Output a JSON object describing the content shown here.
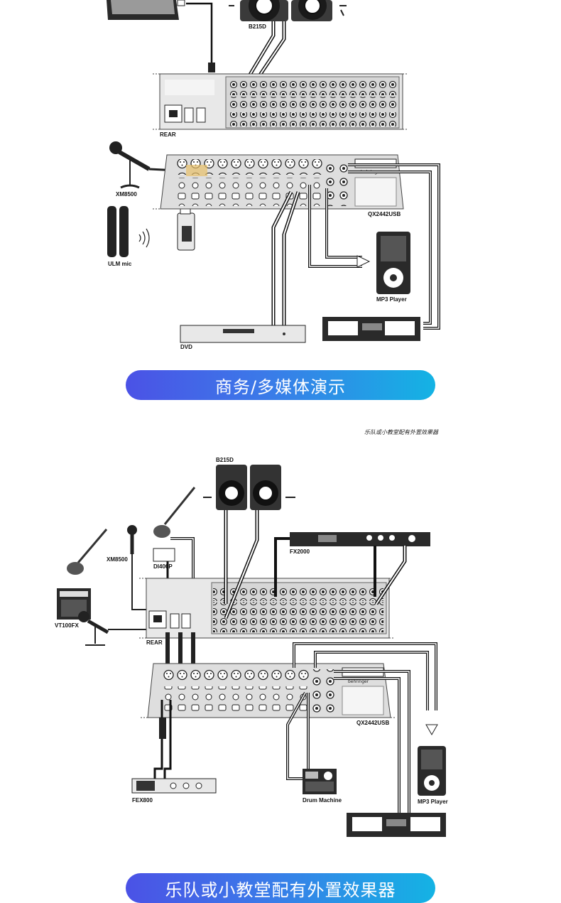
{
  "diagram1": {
    "labels": {
      "speakers": "B215D",
      "rear": "REAR",
      "mic": "XM8500",
      "wireless": "ULM mic",
      "mixer": "QX2442USB",
      "mp3": "MP3 Player",
      "dvd": "DVD",
      "brand": "behringer"
    }
  },
  "banner1": "商务/多媒体演示",
  "note": "乐队或小教堂配有外置效果器",
  "diagram2": {
    "labels": {
      "speakers": "B215D",
      "fx": "FX2000",
      "di": "DI400P",
      "mic": "XM8500",
      "amp": "VT100FX",
      "rear": "REAR",
      "mixer": "QX2442USB",
      "fex": "FEX800",
      "drum": "Drum Machine",
      "mp3": "MP3 Player",
      "brand": "behringer"
    }
  },
  "banner2": "乐队或小教堂配有外置效果器"
}
